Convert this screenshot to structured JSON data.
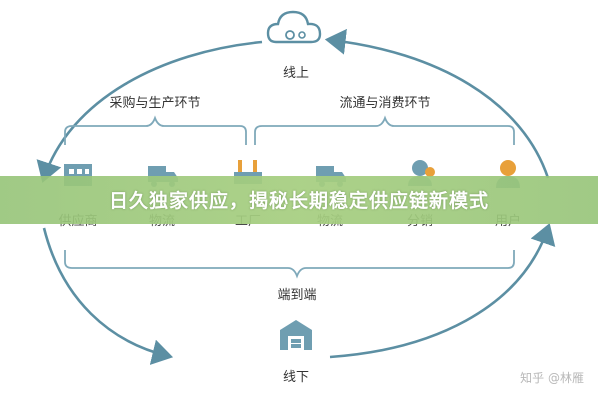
{
  "diagram": {
    "top_node": "线上",
    "bottom_node": "线下",
    "bracket_left": "采购与生产环节",
    "bracket_right": "流通与消费环节",
    "bottom_caption": "端到端",
    "nodes": [
      "供应商",
      "物流",
      "工厂",
      "物流",
      "分销",
      "用户"
    ]
  },
  "banner": {
    "headline": "日久独家供应，揭秘长期稳定供应链新模式"
  },
  "watermark": {
    "text": "知乎 @林雁"
  },
  "colors": {
    "primary": "#5c8fa3",
    "icon_fill": "#6f9eb1",
    "accent_orange": "#e8a03a",
    "banner_green": "#9ccb7a"
  },
  "icons": [
    "cloud-gear-icon",
    "building-icon",
    "truck-icon",
    "factory-icon",
    "truck-icon",
    "people-icon",
    "user-icon",
    "warehouse-icon"
  ]
}
